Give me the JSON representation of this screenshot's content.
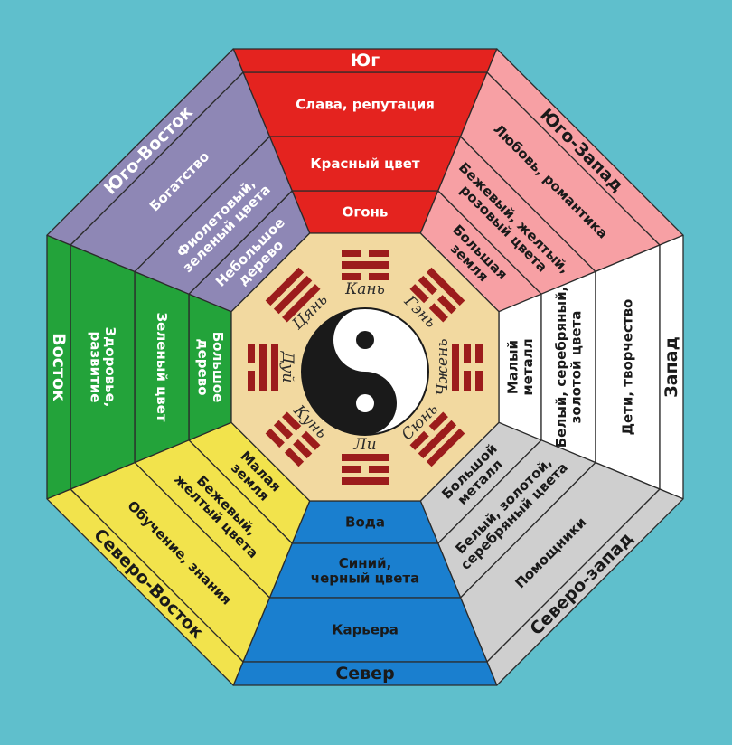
{
  "background": "#5fbfcc",
  "sectors": [
    {
      "id": "south",
      "color": "#e4231f",
      "text": "light",
      "rings": [
        "Огонь",
        "Красный цвет",
        "Слава, репутация",
        "Юг"
      ]
    },
    {
      "id": "southwest",
      "color": "#f7a0a4",
      "text": "dark",
      "rings": [
        "Большая\nземля",
        "Бежевый, желтый,\nрозовый цвета",
        "Любовь, романтика",
        "Юго-Запад"
      ]
    },
    {
      "id": "west",
      "color": "#ffffff",
      "text": "dark",
      "rings": [
        "Малый\nметалл",
        "Белый, серебряный,\nзолотой цвета",
        "Дети, творчество",
        "Запад"
      ]
    },
    {
      "id": "northwest",
      "color": "#cfcfcf",
      "text": "dark",
      "rings": [
        "Большой\nметалл",
        "Белый, золотой,\nсеребряный цвета",
        "Помощники",
        "Северо-запад"
      ]
    },
    {
      "id": "north",
      "color": "#1a7fcf",
      "text": "dark",
      "rings": [
        "Вода",
        "Синий,\nчерный цвета",
        "Карьера",
        "Север"
      ]
    },
    {
      "id": "northeast",
      "color": "#f2e34c",
      "text": "dark",
      "rings": [
        "Малая\nземля",
        "Бежевый,\nжелтый цвета",
        "Обучение, знания",
        "Северо-Восток"
      ]
    },
    {
      "id": "east",
      "color": "#23a33a",
      "text": "light",
      "rings": [
        "Большое\nдерево",
        "Зеленый цвет",
        "Здоровье,\nразвитие",
        "Восток"
      ]
    },
    {
      "id": "southeast",
      "color": "#8e87b5",
      "text": "light",
      "rings": [
        "Небольшое\nдерево",
        "Фиолетовый,\nзеленый цвета",
        "Богатство",
        "Юго-Восток"
      ]
    }
  ],
  "trigrams": [
    {
      "name": "Кань",
      "lines": [
        0,
        1,
        0
      ]
    },
    {
      "name": "Гэнь",
      "lines": [
        1,
        0,
        0
      ]
    },
    {
      "name": "Чжень",
      "lines": [
        0,
        0,
        1
      ]
    },
    {
      "name": "Сюнь",
      "lines": [
        1,
        1,
        0
      ]
    },
    {
      "name": "Ли",
      "lines": [
        1,
        0,
        1
      ]
    },
    {
      "name": "Кунь",
      "lines": [
        0,
        0,
        0
      ]
    },
    {
      "name": "Дуй",
      "lines": [
        0,
        1,
        1
      ]
    },
    {
      "name": "Цянь",
      "lines": [
        1,
        1,
        1
      ]
    }
  ],
  "colors": {
    "center_plate": "#f2d9a0",
    "trigram": "#9c1c1c",
    "yin": "#1a1a1a",
    "yang": "#ffffff"
  }
}
